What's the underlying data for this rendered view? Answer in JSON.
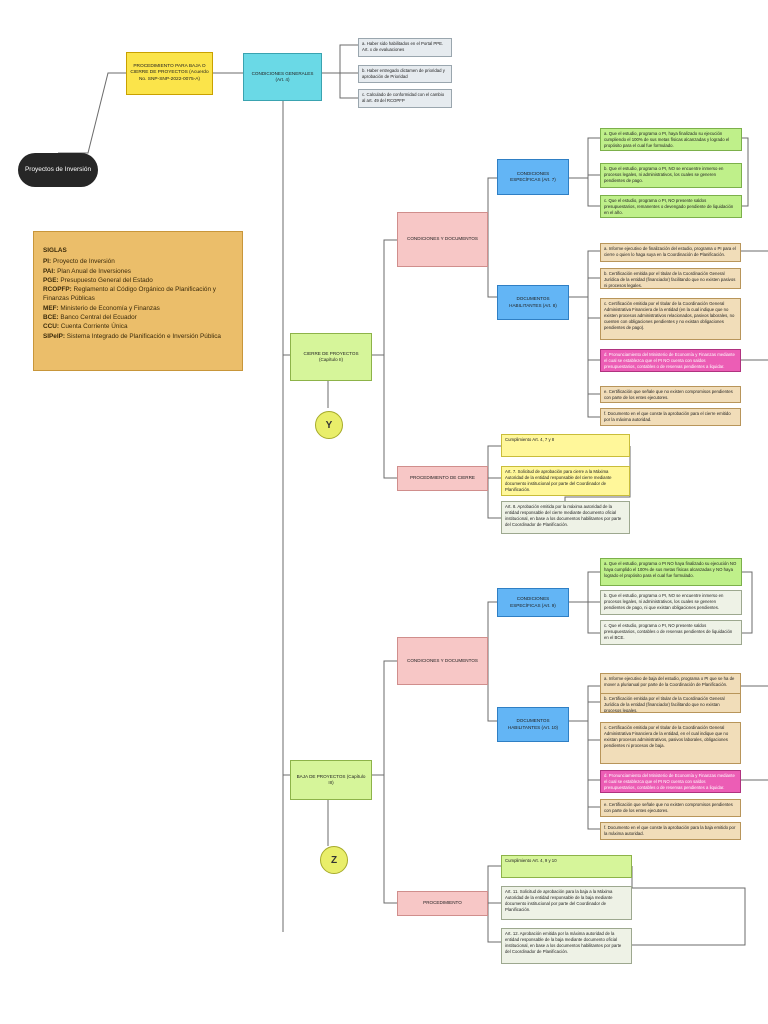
{
  "root": {
    "label": "Proyectos de Inversión"
  },
  "procedure": {
    "label": "PROCEDIMIENTO PARA BAJA O CIERRE DE PROYECTOS (Acuerdo No. SNP-SNP-2022-0075-A)"
  },
  "general_conditions": {
    "label": "CONDICIONES GENERALES (Art. 4)",
    "notes": [
      "a. Haber sido habilitados en el Portal PPE. Art. x de evaluaciones",
      "b. Haber entregado dictamen de prioridad y aprobación de Prioridad",
      "c. Calculado de conformidad con el cambio al art. 49 del RCOPFP"
    ]
  },
  "legend": {
    "title": "SIGLAS",
    "items": [
      {
        "abbr": "PI:",
        "text": "Proyecto de Inversión"
      },
      {
        "abbr": "PAI:",
        "text": "Plan Anual de Inversiones"
      },
      {
        "abbr": "PGE:",
        "text": "Presupuesto General del Estado"
      },
      {
        "abbr": "RCOPFP:",
        "text": "Reglamento al Código Orgánico de Planificación y Finanzas Públicas"
      },
      {
        "abbr": "MEF:",
        "text": "Ministerio de Economía y Finanzas"
      },
      {
        "abbr": "BCE:",
        "text": "Banco Central del Ecuador"
      },
      {
        "abbr": "CCU:",
        "text": "Cuenta Corriente Única"
      },
      {
        "abbr": "SIPeIP:",
        "text": "Sistema Integrado de Planificación e Inversión Pública"
      }
    ]
  },
  "cierre": {
    "label": "CIERRE DE PROYECTOS (Capítulo II)",
    "marker": "Y",
    "conditions": {
      "label": "CONDICIONES Y DOCUMENTOS"
    },
    "specific": {
      "label": "CONDICIONES ESPECÍFICAS (Art. 7)",
      "notes": [
        "a. Que el estudio, programa o PI, haya finalizado su ejecución cumpliendo el 100% de sus metas físicas alcanzadas y logrado el propósito para el cual fue formulado.",
        "b. Que el estudio, programa o PI, NO se encuentre inmerso en procesos legales, ni administrativos, los cuales se generen pendientes de pago.",
        "c. Que el estudio, programa o PI, NO presente saldos presupuestarios, remanentes o devengado pendiente de liquidación en el año."
      ]
    },
    "documents": {
      "label": "DOCUMENTOS HABILITANTES (Art. 8)",
      "notes": [
        "a. Informe ejecutivo de finalización del estudio, programa o PI para el cierre o quien lo haga suya en la Coordinación de Planificación.",
        "b. Certificación emitida por el titular de la Coordinación General Jurídica de la entidad (financiador) facilitando que no existen pasivos ni procesos legales.",
        "c. Certificación emitida por el titular de la Coordinación General Administrativa Financiera de la entidad (en la cual indique que no existen procesos administrativos relacionados, pasivos laborales, no cuenten con obligaciones pendientes y no existan obligaciones pendientes de pago).",
        "d. Pronunciamiento del Ministerio de Economía y Finanzas mediante el cual se establezca que el PI NO cuenta con saldos presupuestarios, contables o de reservas pendientes a liquidar.",
        "e. Certificación que señale que no existen compromisos pendientes con parte de los entes ejecutores.",
        "f. Documento en el que conste la aprobación para el cierre emitido por la máxima autoridad."
      ]
    },
    "procedure": {
      "label": "PROCEDIMIENTO DE CIERRE",
      "notes": [
        "Cumplimiento Art. 4, 7 y 8",
        "Art. 7. Solicitud de aprobación para cierre a la Máxima Autoridad de la entidad responsable del cierre mediante documento institucional por parte del Coordinador de Planificación.",
        "Art. 8. Aprobación emitida por la máxima autoridad de la entidad responsable del cierre mediante documento oficial institucional, en base a los documentos habilitantes por parte del Coordinador de Planificación."
      ]
    }
  },
  "baja": {
    "label": "BAJA DE PROYECTOS (Capítulo III)",
    "marker": "Z",
    "conditions": {
      "label": "CONDICIONES Y DOCUMENTOS"
    },
    "specific": {
      "label": "CONDICIONES ESPECÍFICAS (Art. 9)",
      "notes": [
        "a. Que el estudio, programa o PI NO haya finalizado su ejecución NO haya cumplido el 100% de sus metas físicas alcanzadas y NO haya logrado el propósito para el cual fue formulado.",
        "b. Que el estudio, programa o PI, NO se encuentre inmerso en procesos legales, ni administrativos, los cuales se generen pendientes de pago, ni que existan obligaciones pendientes.",
        "c. Que el estudio, programa o PI, NO presente saldos presupuestarios, contables o de reservas pendientes de liquidación en el BCE."
      ]
    },
    "documents": {
      "label": "DOCUMENTOS HABILITANTES (Art. 10)",
      "notes": [
        "a. Informe ejecutivo de baja del estudio, programa o PI que se ha de mover a plurianual por parte de la Coordinación de Planificación.",
        "b. Certificación emitida por el titular de la Coordinación General Jurídica de la entidad (financiador) facilitando que no existan procesos legales.",
        "c. Certificación emitida por el titular de la Coordinación General Administrativa Financiera de la entidad, en el cual indique que no existan procesos administrativos, pasivos laborales, obligaciones pendientes ni procesos de baja.",
        "d. Pronunciamiento del Ministerio de Economía y Finanzas mediante el cual se establezca que el PI NO cuenta con saldos presupuestarios, contables o de reservas pendientes a liquidar.",
        "e. Certificación que señale que no existen compromisos pendientes con parte de los entes ejecutores.",
        "f. Documento en el que conste la aprobación para la baja emitido por la máxima autoridad."
      ]
    },
    "procedure": {
      "label": "PROCEDIMIENTO",
      "notes": [
        "Cumplimiento Art. 4, 9 y 10",
        "Art. 11. Solicitud de aprobación para la baja a la Máxima Autoridad de la entidad responsable de la baja mediante documento institucional por parte del Coordinador de Planificación.",
        "Art. 12. Aprobación emitida por la máxima autoridad de la entidad responsable de la baja mediante documento oficial institucional, en base a los documentos habilitantes por parte del Coordinador de Planificación."
      ]
    }
  }
}
